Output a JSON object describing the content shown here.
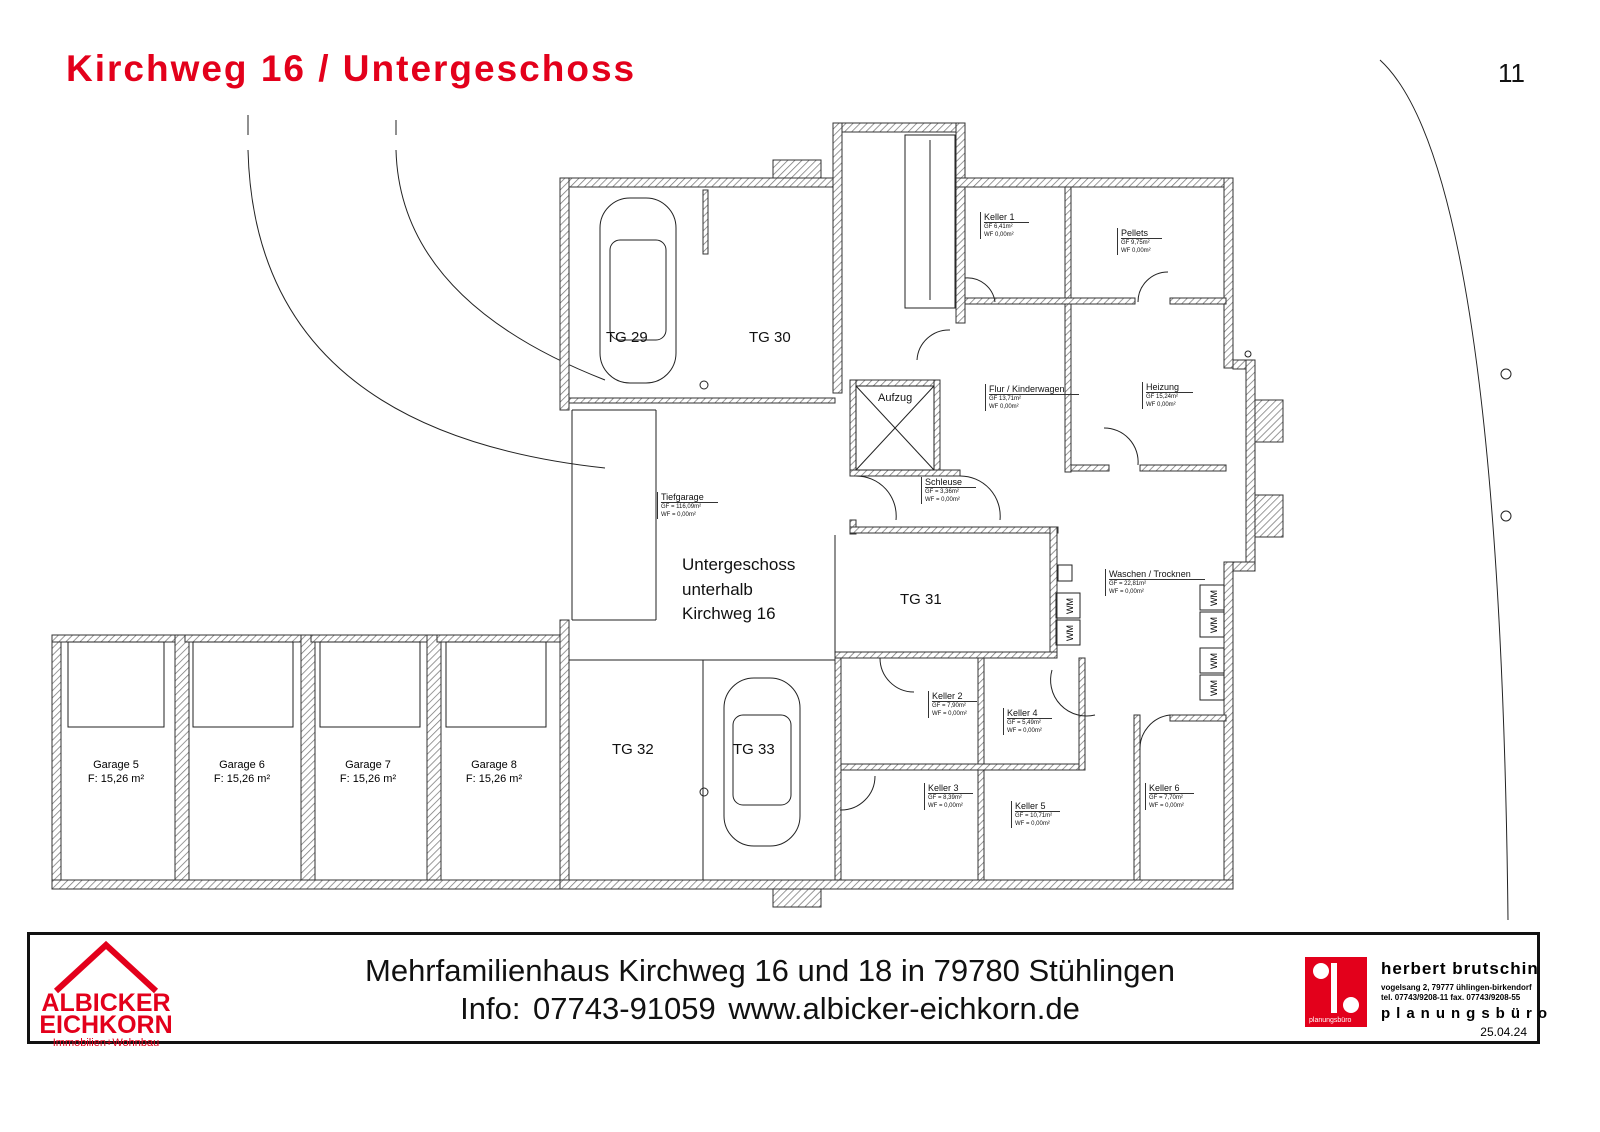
{
  "header": {
    "title": "Kirchweg  16 / Untergeschoss",
    "page_number": "11"
  },
  "plan": {
    "center_label": [
      "Untergeschoss",
      "unterhalb",
      "Kirchweg 16"
    ],
    "parking": [
      "TG 29",
      "TG 30",
      "TG 31",
      "TG 32",
      "TG 33"
    ],
    "elevator": "Aufzug",
    "washer_label": "WM",
    "rooms": [
      {
        "name": "Keller 1",
        "gf": "GF    6,41m²",
        "wf": "WF    0,00m²"
      },
      {
        "name": "Pellets",
        "gf": "GF    9,75m²",
        "wf": "WF    0,00m²"
      },
      {
        "name": "Flur / Kinderwagen",
        "gf": "GF    13,71m²",
        "wf": "WF    0,00m²"
      },
      {
        "name": "Heizung",
        "gf": "GF    15,24m²",
        "wf": "WF    0,00m²"
      },
      {
        "name": "Tiefgarage",
        "gf": "GF = 116,09m²",
        "wf": "WF = 0,00m²"
      },
      {
        "name": "Schleuse",
        "gf": "GF = 3,36m²",
        "wf": "WF = 0,00m²"
      },
      {
        "name": "Waschen / Trocknen",
        "gf": "GF = 22,81m²",
        "wf": "WF = 0,00m²"
      },
      {
        "name": "Keller 2",
        "gf": "GF = 7,90m²",
        "wf": "WF = 0,00m²"
      },
      {
        "name": "Keller 4",
        "gf": "GF = 5,49m²",
        "wf": "WF = 0,00m²"
      },
      {
        "name": "Keller 3",
        "gf": "GF = 8,39m²",
        "wf": "WF = 0,00m²"
      },
      {
        "name": "Keller 5",
        "gf": "GF = 10,71m²",
        "wf": "WF = 0,00m²"
      },
      {
        "name": "Keller 6",
        "gf": "GF = 7,70m²",
        "wf": "WF = 0,00m²"
      }
    ],
    "garages": [
      {
        "name": "Garage 5",
        "area": "F: 15,26 m²"
      },
      {
        "name": "Garage 6",
        "area": "F: 15,26 m²"
      },
      {
        "name": "Garage 7",
        "area": "F: 15,26 m²"
      },
      {
        "name": "Garage 8",
        "area": "F: 15,26 m²"
      }
    ]
  },
  "footer": {
    "line1": "Mehrfamilienhaus Kirchweg 16 und 18 in 79780 Stühlingen",
    "line2": "Info: 07743-91059   www.albicker-eichkorn.de",
    "logo_left": {
      "line1": "ALBICKER",
      "line2": "EICHKORN",
      "line3": "Immobilien+Wohnbau"
    },
    "logo_right": {
      "name": "herbert  brutschin",
      "address": "vogelsang 2, 79777 ühlingen-birkendorf",
      "phone": "tel. 07743/9208-11  fax. 07743/9208-55",
      "subtitle": "planungsbüro",
      "badge": "planungsbüro"
    },
    "date": "25.04.24"
  },
  "colors": {
    "accent": "#e3001b",
    "wall": "#999999"
  }
}
